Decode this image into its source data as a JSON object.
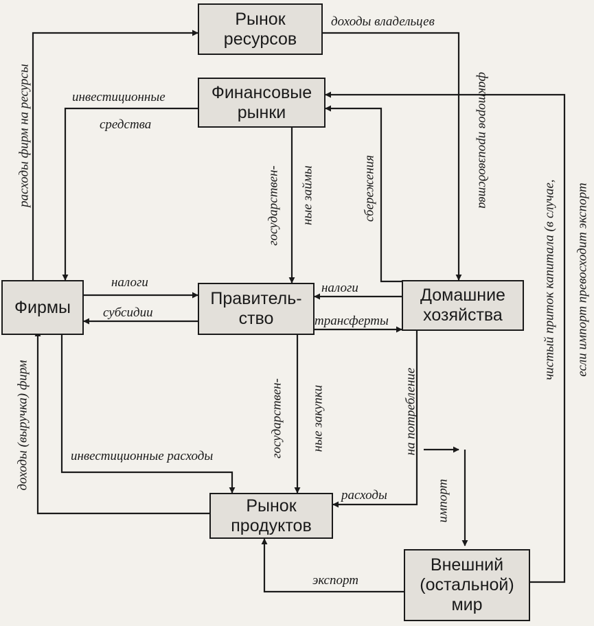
{
  "nodes": {
    "resource_market": "Рынок\nресурсов",
    "financial_markets": "Финансовые\nрынки",
    "firms": "Фирмы",
    "government": "Правитель-\nство",
    "households": "Домашние\nхозяйства",
    "product_market": "Рынок\nпродуктов",
    "foreign_world": "Внешний\n(остальной)\nмир"
  },
  "flows": {
    "owners_income": "доходы владельцев",
    "factors_of_production": "факторов производства",
    "firms_resource_spending": "расходы фирм на ресурсы",
    "investment_funds_1": "инвестиционные",
    "investment_funds_2": "средства",
    "gov_borrowing_1": "государствен-",
    "gov_borrowing_2": "ные займы",
    "savings": "сбережения",
    "net_capital_inflow_1": "чистый приток капитала (в случае,",
    "net_capital_inflow_2": "если импорт превосходит экспорт",
    "taxes_firms": "налоги",
    "subsidies": "субсидии",
    "taxes_households": "налоги",
    "transfers": "трансферты",
    "firm_revenue": "доходы (выручка) фирм",
    "gov_purchases_1": "государствен-",
    "gov_purchases_2": "ные закупки",
    "consumption_1": "на потребление",
    "consumption_2": "расходы",
    "investment_spending": "инвестиционные расходы",
    "import": "импорт",
    "export": "экспорт"
  }
}
